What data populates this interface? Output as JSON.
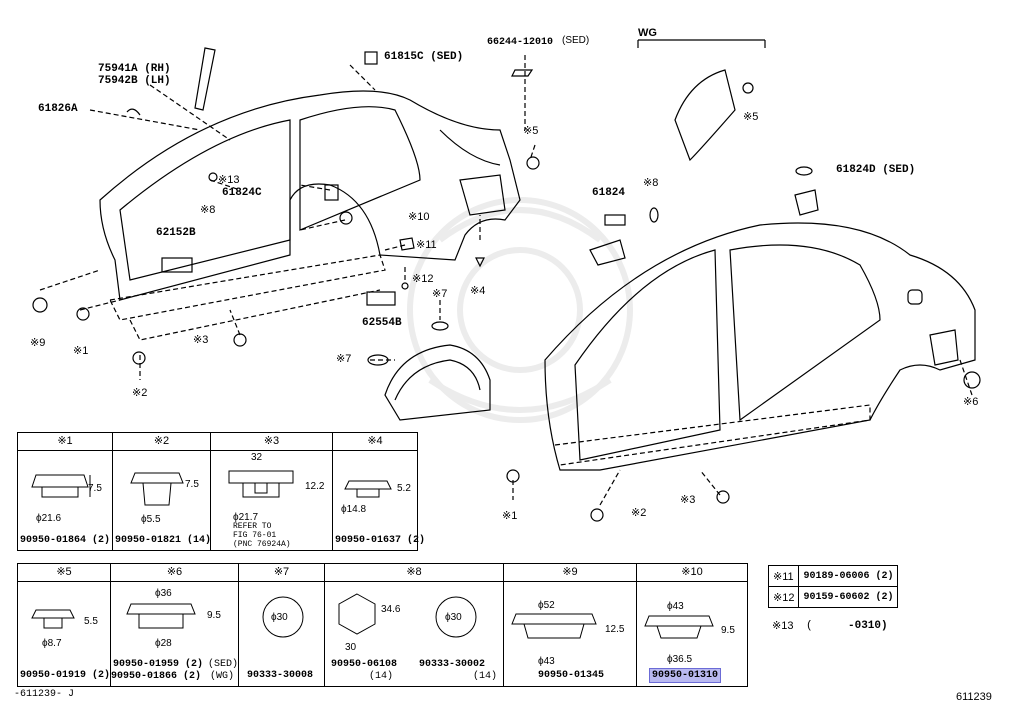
{
  "callouts": {
    "c75941": "75941A (RH)",
    "c75942": "75942B (LH)",
    "c61826": "61826A",
    "c61815": "61815C (SED)",
    "c66244": "66244-12010",
    "c66244_note": "(SED)",
    "cwg": "WG",
    "c13": "※13",
    "c8a": "※8",
    "c61824c": "61824C",
    "c10": "※10",
    "c11": "※11",
    "c12": "※12",
    "c62152": "62152B",
    "c62554": "62554B",
    "c5a": "※5",
    "c5b": "※5",
    "c4": "※4",
    "c7a": "※7",
    "c7b": "※7",
    "c9": "※9",
    "c1a": "※1",
    "c2a": "※2",
    "c3a": "※3",
    "c61824": "61824",
    "c8b": "※8",
    "c61824d": "61824D (SED)",
    "c6": "※6",
    "c1b": "※1",
    "c2b": "※2",
    "c3b": "※3"
  },
  "table1": [
    {
      "head": "※1",
      "part": "90950-01864 (2)",
      "dims": [
        "7.5",
        "ϕ21.6"
      ]
    },
    {
      "head": "※2",
      "part": "90950-01821 (14)",
      "dims": [
        "7.5",
        "ϕ5.5"
      ]
    },
    {
      "head": "※3",
      "part": "",
      "dims": [
        "32",
        "12.2",
        "ϕ21.7"
      ],
      "note": "REFER TO\nFIG 76-01\n(PNC 76924A)"
    },
    {
      "head": "※4",
      "part": "90950-01637 (2)",
      "dims": [
        "5.2",
        "ϕ14.8"
      ]
    }
  ],
  "table2": [
    {
      "head": "※5",
      "part": "90950-01919 (2)",
      "dims": [
        "5.5",
        "ϕ8.7"
      ]
    },
    {
      "head": "※6",
      "parts": [
        "90950-01959 (2)",
        "90950-01866 (2)"
      ],
      "tags": [
        "(SED)",
        "(WG)"
      ],
      "dims": [
        "ϕ36",
        "9.5",
        "ϕ28"
      ]
    },
    {
      "head": "※7",
      "part": "90333-30008",
      "dims": [
        "ϕ30"
      ]
    },
    {
      "head": "※8",
      "parts": [
        "90950-06108",
        "90333-30002"
      ],
      "qty": [
        "(14)",
        "(14)"
      ],
      "dims": [
        "34.6",
        "30",
        "ϕ30"
      ]
    },
    {
      "head": "※9",
      "part": "90950-01345",
      "dims": [
        "ϕ52",
        "12.5",
        "ϕ43"
      ]
    },
    {
      "head": "※10",
      "part": "90950-01310",
      "dims": [
        "ϕ43",
        "9.5",
        "ϕ36.5"
      ]
    }
  ],
  "side_table": {
    "rows": [
      {
        "mark": "※11",
        "part": "90189-06006 (2)"
      },
      {
        "mark": "※12",
        "part": "90159-60602 (2)"
      }
    ],
    "note_mark": "※13",
    "note_open": "(",
    "note_text": "-0310)"
  },
  "footer": {
    "left": "-611239- J",
    "right": "611239"
  }
}
